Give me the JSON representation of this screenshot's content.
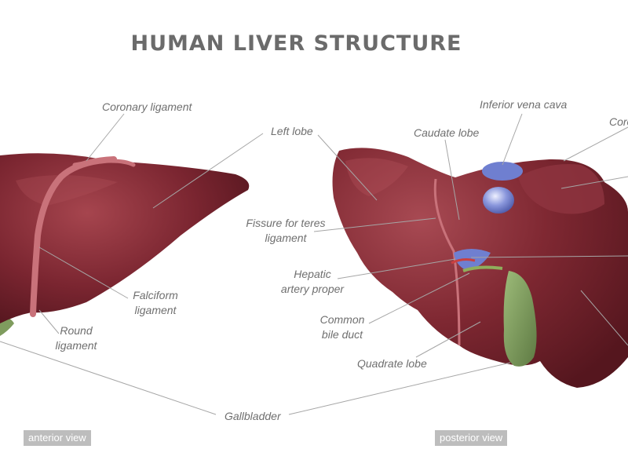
{
  "title": "HUMAN LIVER STRUCTURE",
  "labels": {
    "coronary_ligament_anterior": "Coronary ligament",
    "left_lobe": "Left lobe",
    "inferior_vena_cava": "Inferior vena cava",
    "caudate_lobe": "Caudate lobe",
    "coronary_ligament_posterior": "Coro",
    "fissure_teres_line1": "Fissure for teres",
    "fissure_teres_line2": "ligament",
    "hepatic_artery_line1": "Hepatic",
    "hepatic_artery_line2": "artery proper",
    "falciform_line1": "Falciform",
    "falciform_line2": "ligament",
    "round_line1": "Round",
    "round_line2": "ligament",
    "bile_duct_line1": "Common",
    "bile_duct_line2": "bile duct",
    "quadrate_lobe": "Quadrate lobe",
    "gallbladder": "Gallbladder"
  },
  "views": {
    "anterior": "anterior view",
    "posterior": "posterior view"
  },
  "colors": {
    "liver": "#7a2530",
    "liver_highlight": "#a6454e",
    "ligament": "#c9727a",
    "gallbladder": "#7f9c5e",
    "vessel_blue": "#6f7fd0",
    "title": "#6b6b6b",
    "label": "#6f6f6f",
    "leader": "#a6a6a6",
    "tag_bg": "#bdbdbd"
  }
}
